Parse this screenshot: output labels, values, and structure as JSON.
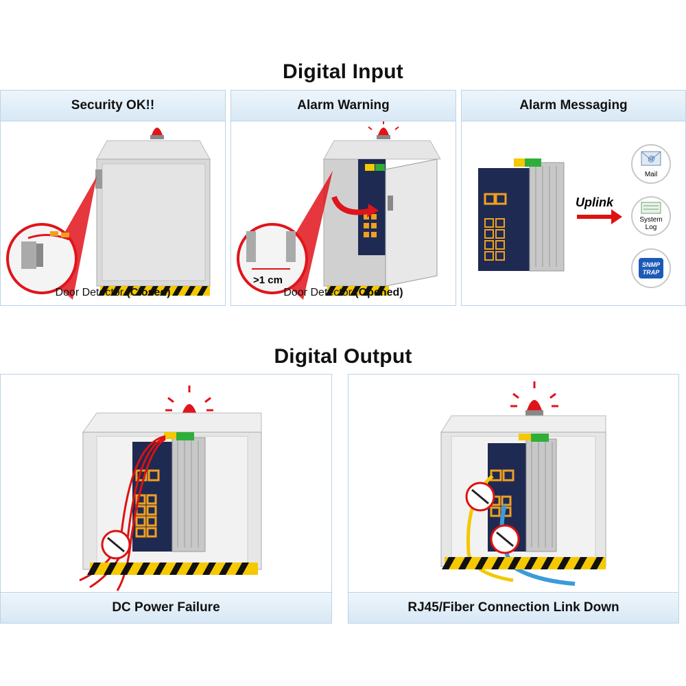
{
  "digital_input": {
    "title": "Digital Input",
    "panels": [
      {
        "heading": "Security OK!!",
        "caption_prefix": "Door Detector ",
        "caption_bold": "(Closed)"
      },
      {
        "heading": "Alarm Warning",
        "caption_prefix": "Door Detector ",
        "caption_bold": "(Opened)",
        "gap_label": ">1 cm"
      },
      {
        "heading": "Alarm Messaging",
        "uplink_label": "Uplink",
        "messages": [
          {
            "icon": "mail-icon",
            "label": "Mail"
          },
          {
            "icon": "system-log-icon",
            "label_line1": "System",
            "label_line2": "Log"
          },
          {
            "icon": "snmp-trap-icon",
            "label_line1": "SNMP",
            "label_line2": "TRAP"
          }
        ]
      }
    ]
  },
  "digital_output": {
    "title": "Digital Output",
    "panels": [
      {
        "heading": "DC Power Failure"
      },
      {
        "heading": "RJ45/Fiber Connection Link Down"
      }
    ]
  },
  "colors": {
    "panel_border": "#bcd3e6",
    "header_bg": "#d7e8f5",
    "alarm_red": "#e0141b",
    "switch_navy": "#1f2a52",
    "port_orange": "#f0a020",
    "hazard_yellow": "#f5c800"
  }
}
